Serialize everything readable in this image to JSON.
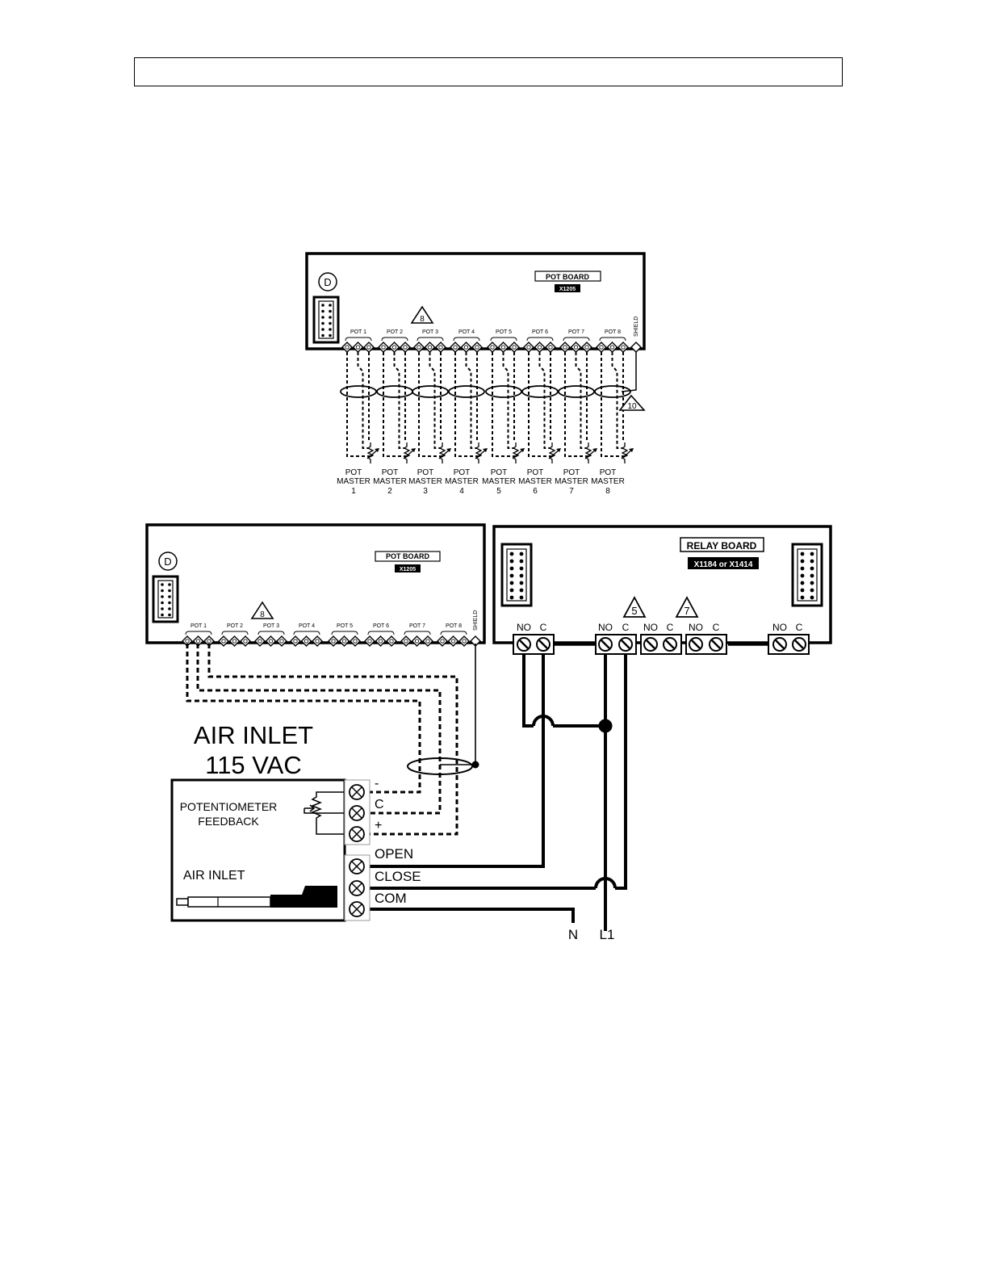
{
  "header": {
    "text": ""
  },
  "pot_board_top": {
    "name": "POT BOARD",
    "model": "X1205",
    "connector_letter": "D",
    "warning_number": "8",
    "shield_label": "SHIELD",
    "shield_warning": "10",
    "pot_labels": [
      "POT 1",
      "POT 2",
      "POT 3",
      "POT 4",
      "POT 5",
      "POT 6",
      "POT 7",
      "POT 8"
    ],
    "masters": [
      {
        "line1": "POT",
        "line2": "MASTER",
        "num": "1"
      },
      {
        "line1": "POT",
        "line2": "MASTER",
        "num": "2"
      },
      {
        "line1": "POT",
        "line2": "MASTER",
        "num": "3"
      },
      {
        "line1": "POT",
        "line2": "MASTER",
        "num": "4"
      },
      {
        "line1": "POT",
        "line2": "MASTER",
        "num": "5"
      },
      {
        "line1": "POT",
        "line2": "MASTER",
        "num": "6"
      },
      {
        "line1": "POT",
        "line2": "MASTER",
        "num": "7"
      },
      {
        "line1": "POT",
        "line2": "MASTER",
        "num": "8"
      }
    ]
  },
  "pot_board_bottom": {
    "name": "POT BOARD",
    "model": "X1205",
    "connector_letter": "D",
    "warning_number": "8",
    "shield_label": "SHIELD",
    "pot_labels": [
      "POT 1",
      "POT 2",
      "POT 3",
      "POT 4",
      "POT 5",
      "POT 6",
      "POT 7",
      "POT 8"
    ]
  },
  "relay_board": {
    "name": "RELAY BOARD",
    "model": "X1184 or X1414",
    "warning_a": "5",
    "warning_b": "7",
    "terminal_no": "NO",
    "terminal_c": "C"
  },
  "air_inlet": {
    "title_line1": "AIR INLET",
    "title_line2": "115 VAC",
    "feedback_line1": "POTENTIOMETER",
    "feedback_line2": "FEEDBACK",
    "device_label": "AIR INLET",
    "terminals": [
      "-",
      "C",
      "+",
      "OPEN",
      "CLOSE",
      "COM"
    ]
  },
  "supply": {
    "neutral": "N",
    "line": "L1"
  }
}
